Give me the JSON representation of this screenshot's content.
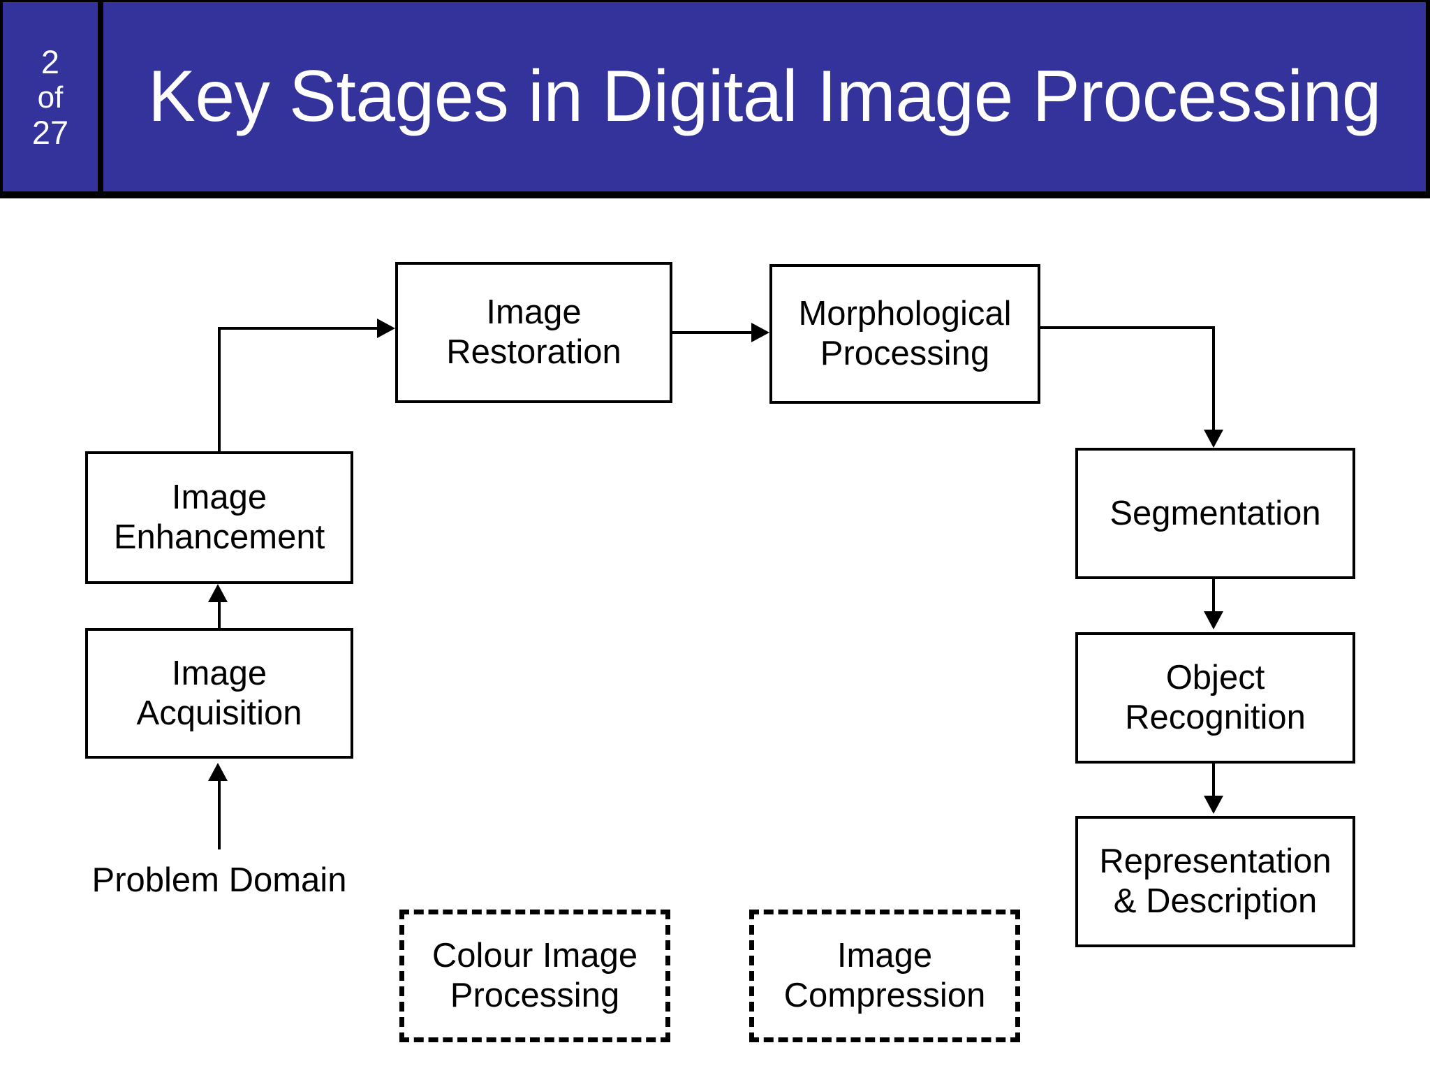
{
  "slide": {
    "page_number": "2",
    "of_label": "of",
    "total_pages": "27",
    "title": "Key Stages in Digital Image Processing",
    "header_color": "#33339B",
    "header_text_color": "#FFFFFF",
    "background_color": "#FFFFFF",
    "stroke_color": "#000000"
  },
  "diagram": {
    "type": "flowchart",
    "nodes": [
      {
        "id": "image-acquisition",
        "label": "Image\nAcquisition",
        "style": "solid"
      },
      {
        "id": "image-enhancement",
        "label": "Image\nEnhancement",
        "style": "solid"
      },
      {
        "id": "image-restoration",
        "label": "Image\nRestoration",
        "style": "solid"
      },
      {
        "id": "morphological-processing",
        "label": "Morphological\nProcessing",
        "style": "solid"
      },
      {
        "id": "segmentation",
        "label": "Segmentation",
        "style": "solid"
      },
      {
        "id": "object-recognition",
        "label": "Object\nRecognition",
        "style": "solid"
      },
      {
        "id": "representation-description",
        "label": "Representation\n& Description",
        "style": "solid"
      },
      {
        "id": "colour-image-processing",
        "label": "Colour Image\nProcessing",
        "style": "dashed"
      },
      {
        "id": "image-compression",
        "label": "Image\nCompression",
        "style": "dashed"
      }
    ],
    "labels": [
      {
        "id": "problem-domain",
        "text": "Problem Domain"
      }
    ],
    "edges": [
      {
        "from": "problem-domain",
        "to": "image-acquisition"
      },
      {
        "from": "image-acquisition",
        "to": "image-enhancement"
      },
      {
        "from": "image-enhancement",
        "to": "image-restoration"
      },
      {
        "from": "image-restoration",
        "to": "morphological-processing"
      },
      {
        "from": "morphological-processing",
        "to": "segmentation"
      },
      {
        "from": "segmentation",
        "to": "object-recognition"
      },
      {
        "from": "object-recognition",
        "to": "representation-description"
      }
    ]
  }
}
